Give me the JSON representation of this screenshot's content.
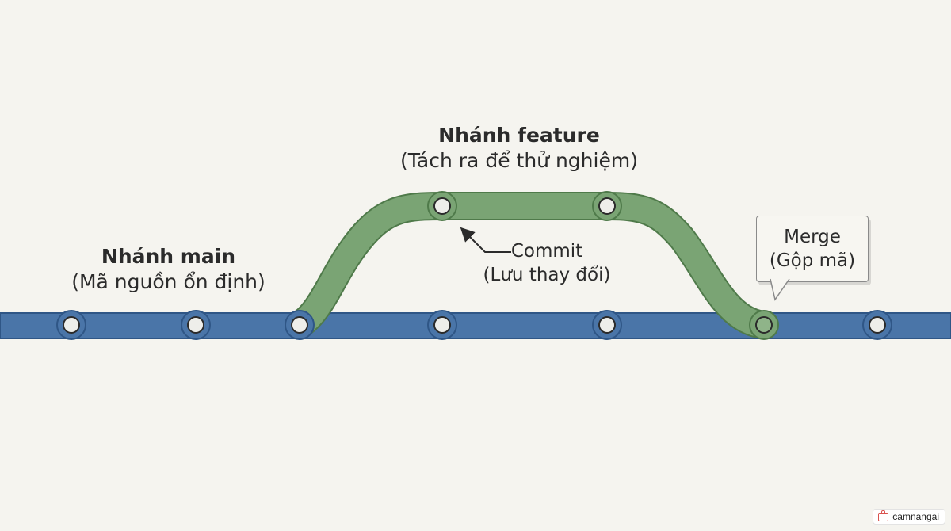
{
  "branches": {
    "main": {
      "title": "Nhánh main",
      "subtitle": "(Mã nguồn ổn định)",
      "color": "#4a75a8"
    },
    "feature": {
      "title": "Nhánh feature",
      "subtitle": "(Tách ra để thử nghiệm)",
      "color": "#7aa474"
    }
  },
  "annotations": {
    "commit": {
      "line1": "Commit",
      "line2": "(Lưu thay đổi)"
    },
    "merge": {
      "line1": "Merge",
      "line2": "(Gộp mã)"
    }
  },
  "commits": {
    "main_count": 7,
    "feature_count": 2,
    "merge_commit_count": 1
  },
  "logo": {
    "text": "camnangai"
  }
}
